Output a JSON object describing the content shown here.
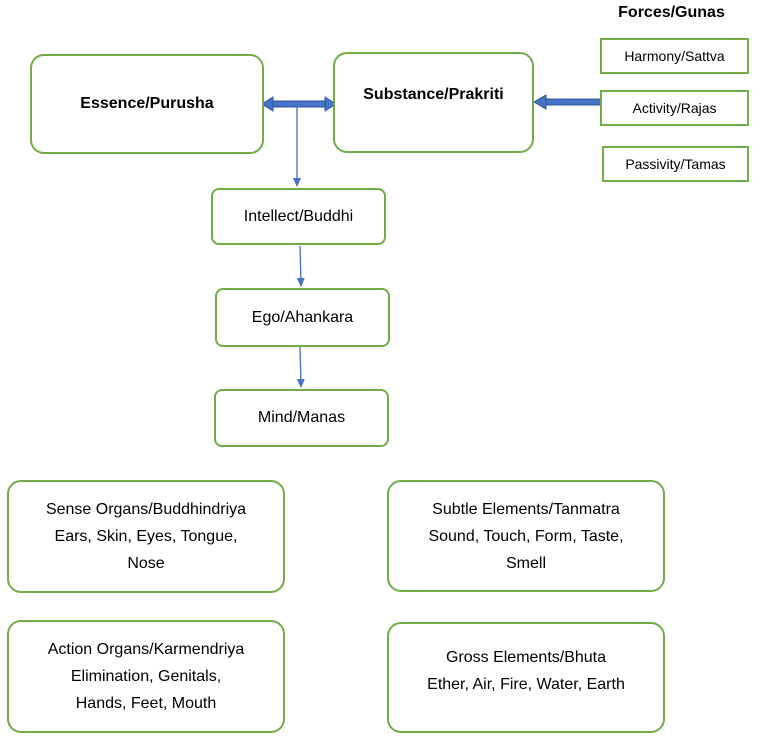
{
  "forces_title": "Forces/Gunas",
  "gunas": [
    "Harmony/Sattva",
    "Activity/Rajas",
    "Passivity/Tamas"
  ],
  "essence": "Essence/Purusha",
  "substance": "Substance/Prakriti",
  "intellect": "Intellect/Buddhi",
  "ego": "Ego/Ahankara",
  "mind": "Mind/Manas",
  "sense_organs": {
    "title": "Sense Organs/Buddhindriya",
    "line2": "Ears, Skin, Eyes, Tongue,",
    "line3": "Nose"
  },
  "subtle_elements": {
    "title": "Subtle Elements/Tanmatra",
    "line2": "Sound, Touch, Form, Taste,",
    "line3": "Smell"
  },
  "action_organs": {
    "title": "Action Organs/Karmendriya",
    "line2": "Elimination, Genitals,",
    "line3": "Hands, Feet, Mouth"
  },
  "gross_elements": {
    "title": "Gross Elements/Bhuta",
    "line2": "Ether, Air, Fire, Water, Earth"
  },
  "colors": {
    "box_border": "#70ad47",
    "arrow": "#4472c4",
    "thick_arrow": "#2f5597"
  }
}
